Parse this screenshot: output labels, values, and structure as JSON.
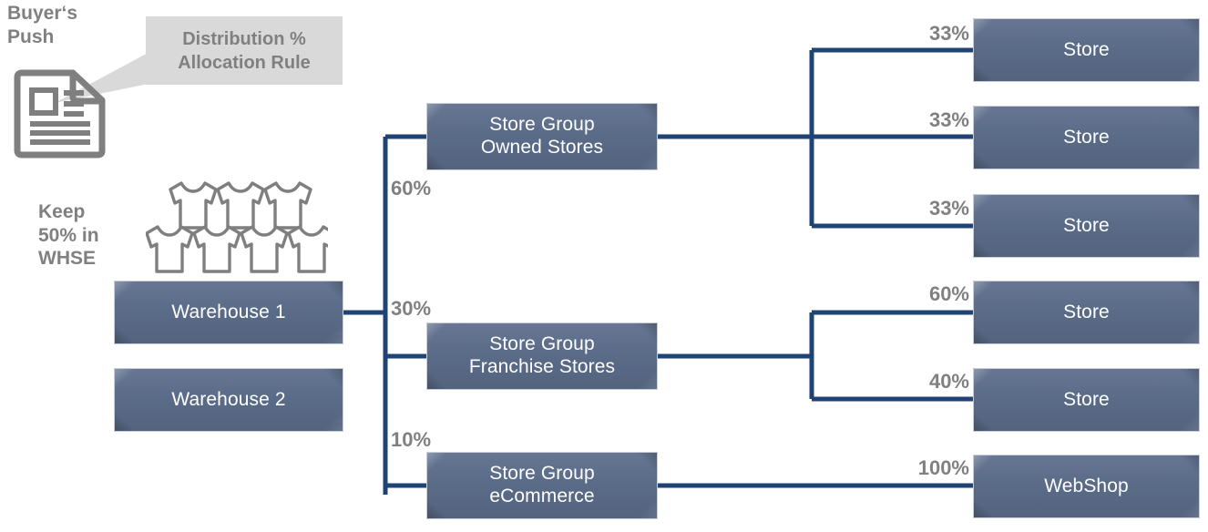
{
  "diagram": {
    "title": "Distribution % Allocation Rule flow",
    "colors": {
      "node_fill": "#5c6d8a",
      "node_border": "#c9cfd9",
      "connector": "#1f4374",
      "label_gray": "#808080",
      "callout_bg": "#d9d9d9",
      "icon_gray": "#7f7f7f"
    }
  },
  "annotations": {
    "buyers_push": "Buyer‘s\nPush",
    "keep_whse": "Keep\n50% in\nWHSE",
    "callout": "Distribution %\nAllocation Rule"
  },
  "icons": {
    "document": "document-icon",
    "shirts": "tshirt-stack-icon",
    "shirt_count": 7,
    "shirt_rows": [
      3,
      4
    ]
  },
  "nodes": {
    "warehouse_1": "Warehouse 1",
    "warehouse_2": "Warehouse 2",
    "group_owned": "Store Group\nOwned Stores",
    "group_franchise": "Store Group\nFranchise Stores",
    "group_ecommerce": "Store Group\neCommerce",
    "owned_store_1": "Store",
    "owned_store_2": "Store",
    "owned_store_3": "Store",
    "franchise_store_1": "Store",
    "franchise_store_2": "Store",
    "webshop": "WebShop"
  },
  "percentages": {
    "to_owned": "60%",
    "to_franchise": "30%",
    "to_ecommerce": "10%",
    "owned_store_1": "33%",
    "owned_store_2": "33%",
    "owned_store_3": "33%",
    "franchise_store_1": "60%",
    "franchise_store_2": "40%",
    "webshop": "100%"
  }
}
